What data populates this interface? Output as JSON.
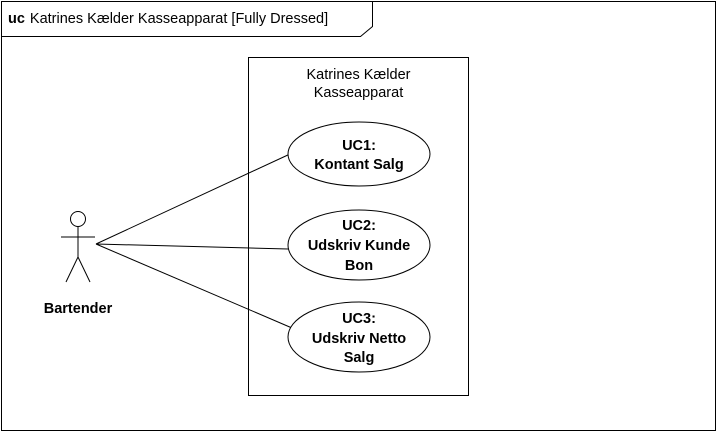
{
  "frame": {
    "keyword": "uc",
    "title": "Katrines Kælder Kasseapparat [Fully Dressed]"
  },
  "system": {
    "title_line1": "Katrines Kælder",
    "title_line2": "Kasseapparat"
  },
  "actor": {
    "name": "Bartender"
  },
  "use_cases": [
    {
      "line1": "UC1:",
      "line2": "Kontant Salg",
      "line3": ""
    },
    {
      "line1": "UC2:",
      "line2": "Udskriv Kunde",
      "line3": "Bon"
    },
    {
      "line1": "UC3:",
      "line2": "Udskriv Netto",
      "line3": "Salg"
    }
  ],
  "colors": {
    "stroke": "#000000",
    "background": "#ffffff"
  }
}
